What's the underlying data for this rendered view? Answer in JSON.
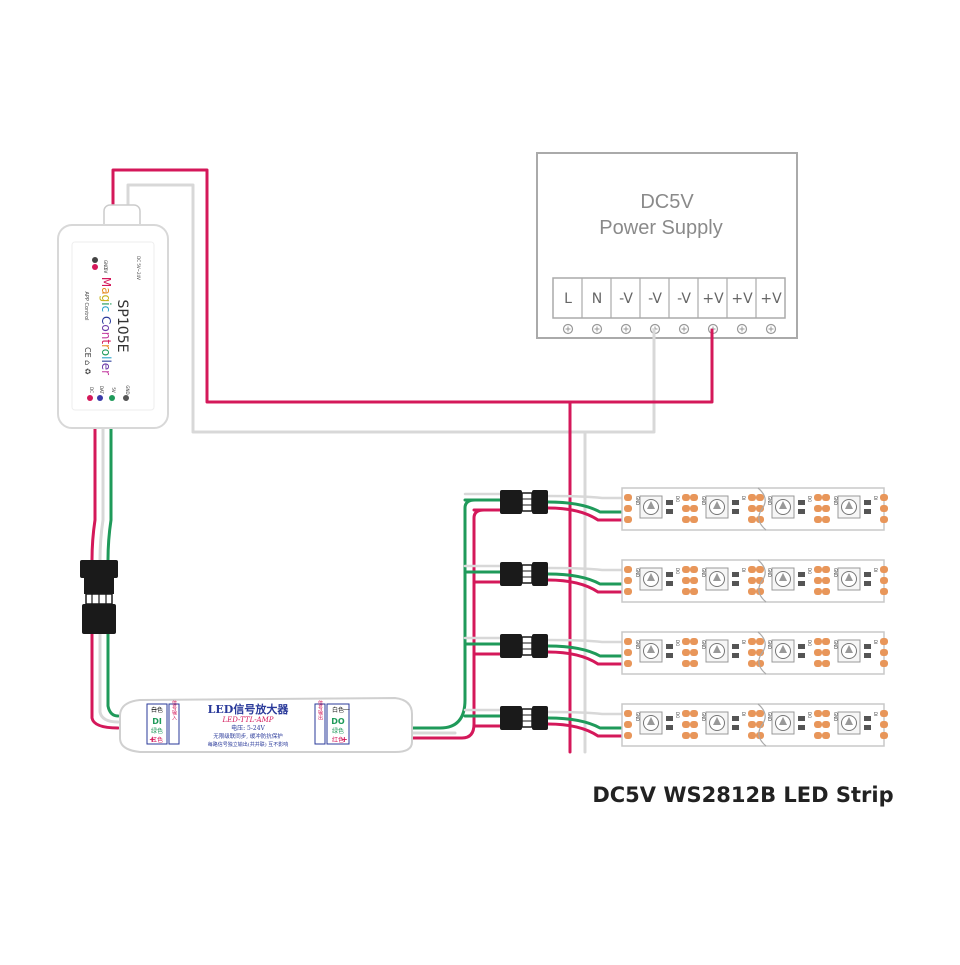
{
  "power_supply": {
    "title_line1": "DC5V",
    "title_line2": "Power Supply",
    "terminals": [
      "L",
      "N",
      "-V",
      "-V",
      "-V",
      "+V",
      "+V",
      "+V"
    ]
  },
  "controller": {
    "model": "SP105E",
    "name_parts": [
      "M",
      "a",
      "g",
      "i",
      "c",
      " ",
      "C",
      "o",
      "n",
      "t",
      "r",
      "o",
      "l",
      "l",
      "e",
      "r"
    ],
    "app_label": "APP Control",
    "input_label": "DC 5V~24V",
    "top_pins": [
      "GND",
      "5V"
    ],
    "bottom_pins": [
      "DC",
      "DAT",
      "5V",
      "GND"
    ],
    "cert": "CE ⌂ ♻"
  },
  "amplifier": {
    "title": "LED信号放大器",
    "subtitle": "LED-TTL-AMP",
    "voltage": "电压: 5-24V",
    "line1": "无限级联同步, 缓冲防抗保护",
    "line2": "每路信号独立输出(共并联) 互不影响",
    "left_labels": [
      "白色",
      "DI",
      "绿色",
      "红色"
    ],
    "left_side": "信号输入",
    "right_side": "信号输出",
    "right_labels": [
      "白色",
      "DO",
      "绿色",
      "红色"
    ],
    "symbols": [
      "—",
      "+"
    ]
  },
  "strip": {
    "pad_labels": [
      "GND",
      "DO",
      "+5V",
      "+5V",
      "DI",
      "GND"
    ],
    "count": 4
  },
  "caption": "DC5V WS2812B LED Strip",
  "colors": {
    "red_wire": "#d4185a",
    "green_wire": "#1f9a5a",
    "white_wire": "#d8d8d8",
    "psu_border": "#aaaaaa",
    "strip_pad": "#e8965a"
  }
}
